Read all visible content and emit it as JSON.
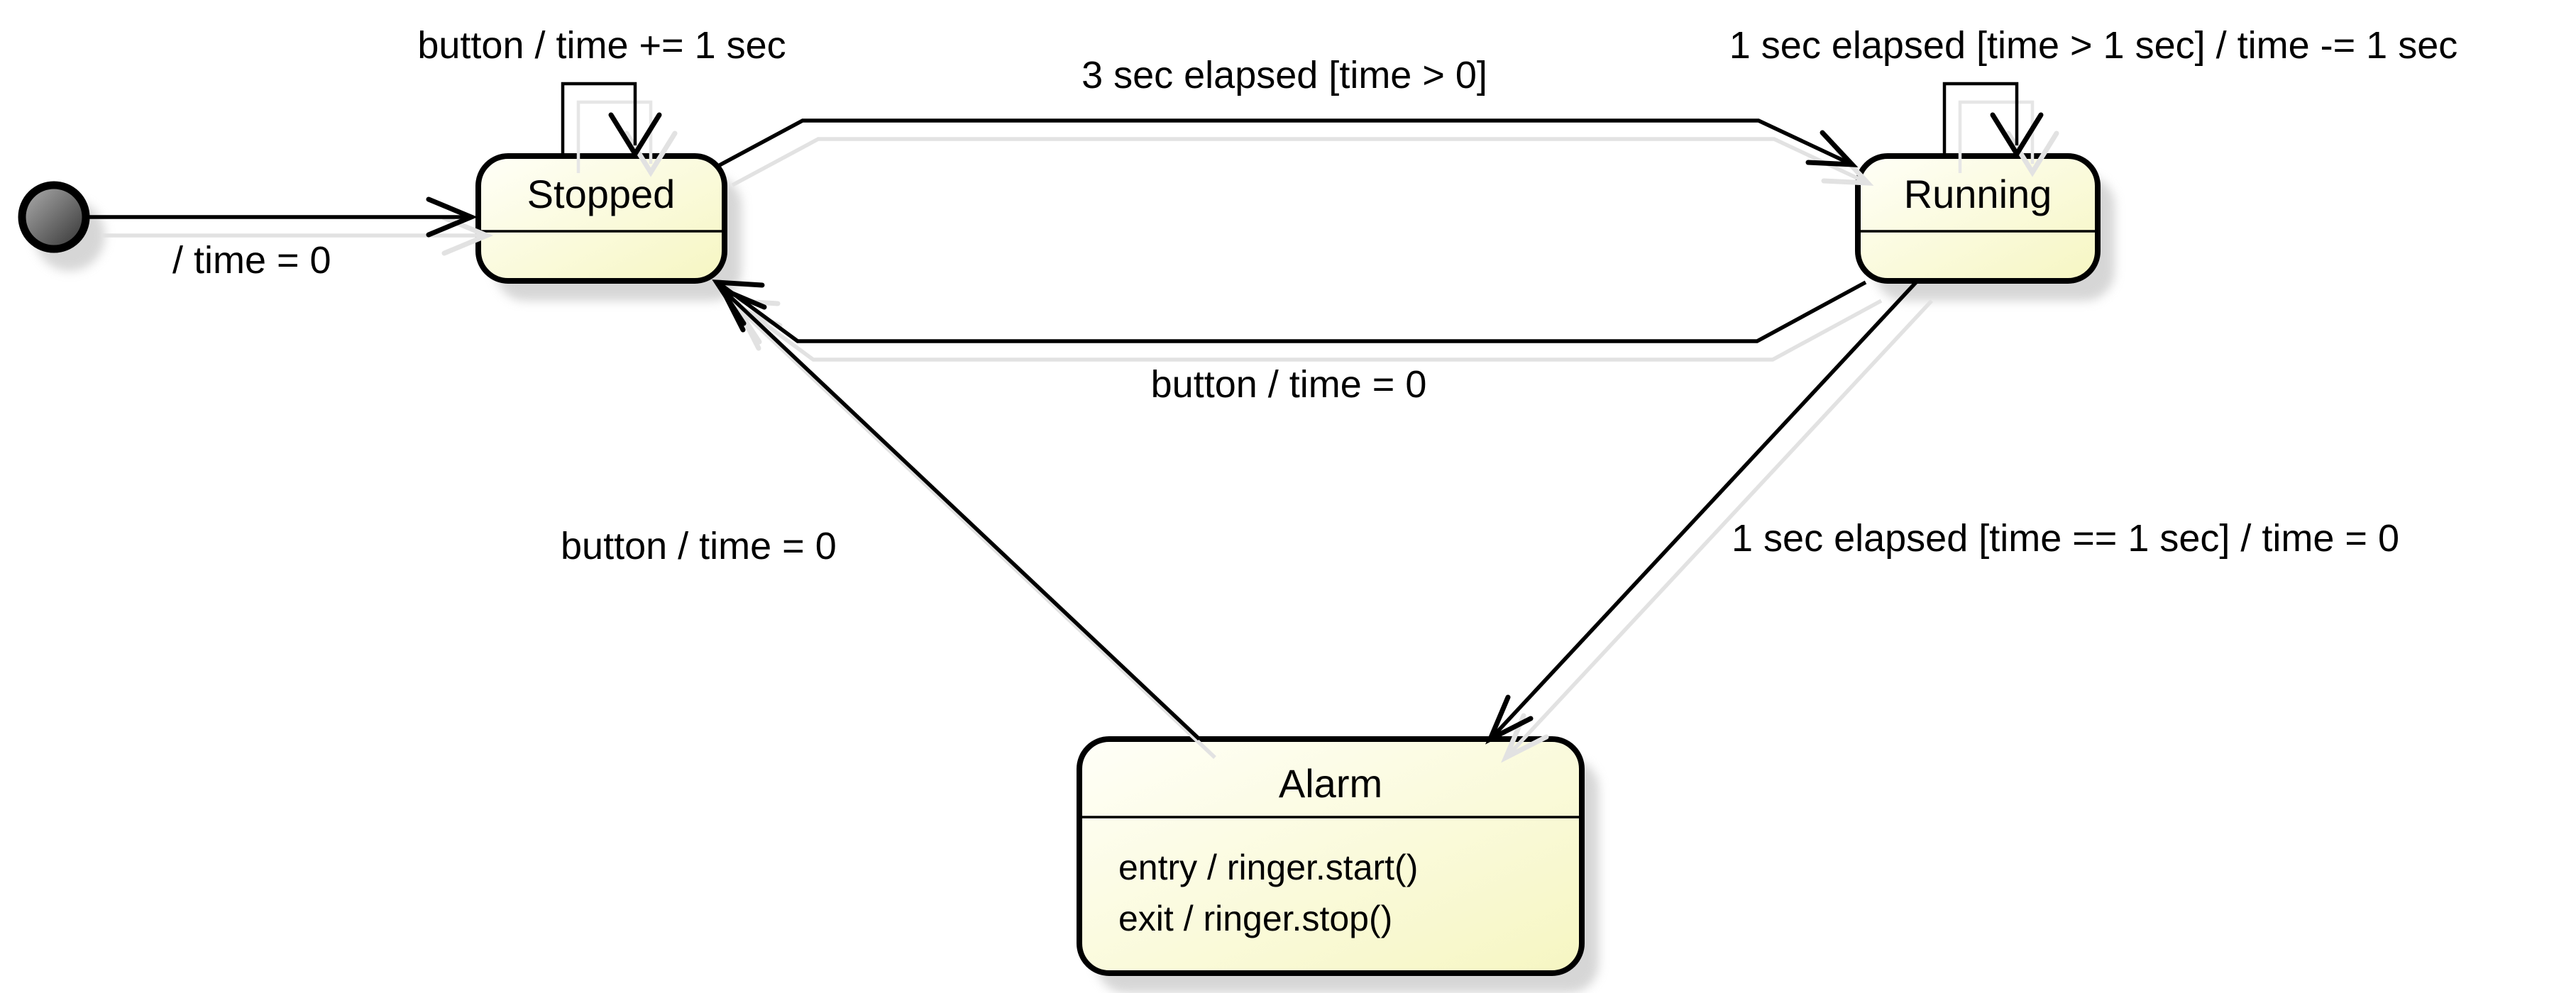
{
  "diagram": {
    "kind": "uml-state-machine",
    "background": "#ffffff"
  },
  "states": {
    "stopped": {
      "title": "Stopped"
    },
    "running": {
      "title": "Running"
    },
    "alarm": {
      "title": "Alarm",
      "actions": [
        "entry / ringer.start()",
        "exit / ringer.stop()"
      ]
    }
  },
  "transitions": {
    "initial_to_stopped": {
      "label": "/ time = 0"
    },
    "stopped_self": {
      "label": "button / time += 1 sec"
    },
    "stopped_to_running": {
      "label": "3 sec elapsed [time > 0]"
    },
    "running_self": {
      "label": "1 sec elapsed [time > 1 sec] / time -= 1 sec"
    },
    "running_to_stopped": {
      "label": "button / time = 0"
    },
    "alarm_to_stopped": {
      "label": "button / time = 0"
    },
    "running_to_alarm": {
      "label": "1 sec elapsed [time == 1 sec] / time = 0"
    }
  },
  "colors": {
    "state_fill_light": "#fffff8",
    "state_fill_dark": "#f6f6c2",
    "state_border": "#000000",
    "shadow": "#c9c9c9",
    "line_shadow": "#e2e2e2",
    "initial_fill_light": "#b2b2b2",
    "initial_fill_dark": "#303030",
    "text": "#000000"
  }
}
